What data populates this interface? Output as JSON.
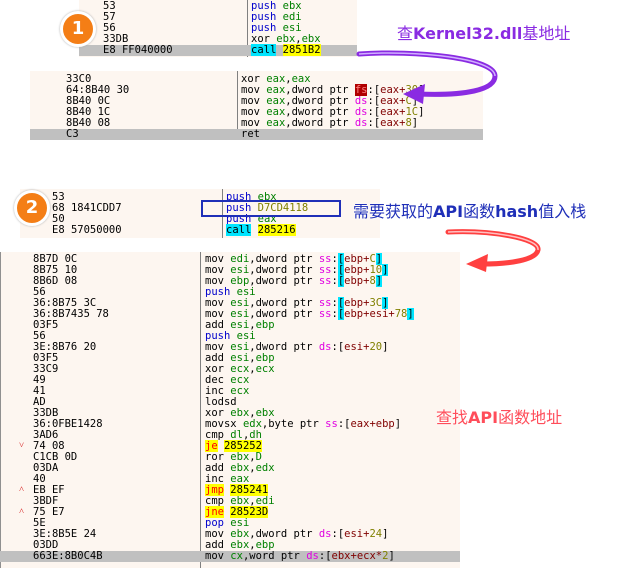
{
  "annotations": {
    "step1_badge": "1",
    "step2_badge": "2",
    "note1_prefix": "查",
    "note1_bold": "Kernel32.dll",
    "note1_suffix": "基地址",
    "note2_prefix": "需要获取的",
    "note2_bold1": "API",
    "note2_mid": "函数",
    "note2_bold2": "hash",
    "note2_suffix": "值入栈",
    "note3_prefix": "查找",
    "note3_bold": "API",
    "note3_suffix": "函数地址",
    "colors": {
      "badge": "#f47e16",
      "note1": "#8a2be2",
      "note2": "#1f2fb8",
      "note3": "#ff4d5a",
      "arrow1": "#8a2be2",
      "arrow2": "#ff4040"
    }
  },
  "panel1": {
    "rows": [
      {
        "bytes": "53",
        "mn": "push",
        "ops": "ebx"
      },
      {
        "bytes": "57",
        "mn": "push",
        "ops": "edi"
      },
      {
        "bytes": "56",
        "mn": "push",
        "ops": "esi"
      },
      {
        "bytes": "33DB",
        "mn": "xor",
        "ops": "ebx,ebx"
      },
      {
        "bytes": "E8 FF040000",
        "mn": "call",
        "ops": "2851B2",
        "selected": true
      }
    ]
  },
  "panel2": {
    "rows": [
      {
        "bytes": "33C0",
        "mn": "xor",
        "ops": "eax,eax"
      },
      {
        "bytes": "64:8B40 30",
        "mn": "mov",
        "ops": "eax,dword ptr fs:[eax+30]"
      },
      {
        "bytes": "8B40 0C",
        "mn": "mov",
        "ops": "eax,dword ptr ds:[eax+C]"
      },
      {
        "bytes": "8B40 1C",
        "mn": "mov",
        "ops": "eax,dword ptr ds:[eax+1C]"
      },
      {
        "bytes": "8B40 08",
        "mn": "mov",
        "ops": "eax,dword ptr ds:[eax+8]"
      },
      {
        "bytes": "C3",
        "mn": "ret",
        "ops": "",
        "selected": true
      }
    ]
  },
  "panel3": {
    "rows": [
      {
        "bytes": "53",
        "mn": "push",
        "ops": "ebx"
      },
      {
        "bytes": "68 1841CDD7",
        "mn": "push",
        "ops": "D7CD4118"
      },
      {
        "bytes": "50",
        "mn": "push",
        "ops": "eax"
      },
      {
        "bytes": "E8 57050000",
        "mn": "call",
        "ops": "285216"
      }
    ]
  },
  "panel4": {
    "rows": [
      {
        "bytes": "8B7D 0C",
        "mn": "mov",
        "ops": "edi,dword ptr ss:[ebp+C]"
      },
      {
        "bytes": "8B75 10",
        "mn": "mov",
        "ops": "esi,dword ptr ss:[ebp+10]"
      },
      {
        "bytes": "8B6D 08",
        "mn": "mov",
        "ops": "ebp,dword ptr ss:[ebp+8]"
      },
      {
        "bytes": "56",
        "mn": "push",
        "ops": "esi"
      },
      {
        "bytes": "36:8B75 3C",
        "mn": "mov",
        "ops": "esi,dword ptr ss:[ebp+3C]"
      },
      {
        "bytes": "36:8B7435 78",
        "mn": "mov",
        "ops": "esi,dword ptr ss:[ebp+esi+78]"
      },
      {
        "bytes": "03F5",
        "mn": "add",
        "ops": "esi,ebp"
      },
      {
        "bytes": "56",
        "mn": "push",
        "ops": "esi"
      },
      {
        "bytes": "3E:8B76 20",
        "mn": "mov",
        "ops": "esi,dword ptr ds:[esi+20]"
      },
      {
        "bytes": "03F5",
        "mn": "add",
        "ops": "esi,ebp"
      },
      {
        "bytes": "33C9",
        "mn": "xor",
        "ops": "ecx,ecx"
      },
      {
        "bytes": "49",
        "mn": "dec",
        "ops": "ecx"
      },
      {
        "bytes": "41",
        "mn": "inc",
        "ops": "ecx"
      },
      {
        "bytes": "AD",
        "mn": "lodsd",
        "ops": ""
      },
      {
        "bytes": "33DB",
        "mn": "xor",
        "ops": "ebx,ebx"
      },
      {
        "bytes": "36:0FBE1428",
        "mn": "movsx",
        "ops": "edx,byte ptr ss:[eax+ebp]"
      },
      {
        "bytes": "3AD6",
        "mn": "cmp",
        "ops": "dl,dh"
      },
      {
        "bytes": "74 08",
        "mn": "je",
        "ops": "285252",
        "jump": "down"
      },
      {
        "bytes": "C1CB 0D",
        "mn": "ror",
        "ops": "ebx,D"
      },
      {
        "bytes": "03DA",
        "mn": "add",
        "ops": "ebx,edx"
      },
      {
        "bytes": "40",
        "mn": "inc",
        "ops": "eax"
      },
      {
        "bytes": "EB EF",
        "mn": "jmp",
        "ops": "285241",
        "jump": "up"
      },
      {
        "bytes": "3BDF",
        "mn": "cmp",
        "ops": "ebx,edi"
      },
      {
        "bytes": "75 E7",
        "mn": "jne",
        "ops": "28523D",
        "jump": "up"
      },
      {
        "bytes": "5E",
        "mn": "pop",
        "ops": "esi"
      },
      {
        "bytes": "3E:8B5E 24",
        "mn": "mov",
        "ops": "ebx,dword ptr ds:[esi+24]"
      },
      {
        "bytes": "03DD",
        "mn": "add",
        "ops": "ebx,ebp"
      },
      {
        "bytes": "663E:8B0C4B",
        "mn": "mov",
        "ops": "cx,word ptr ds:[ebx+ecx*2]",
        "selected": true
      }
    ]
  }
}
